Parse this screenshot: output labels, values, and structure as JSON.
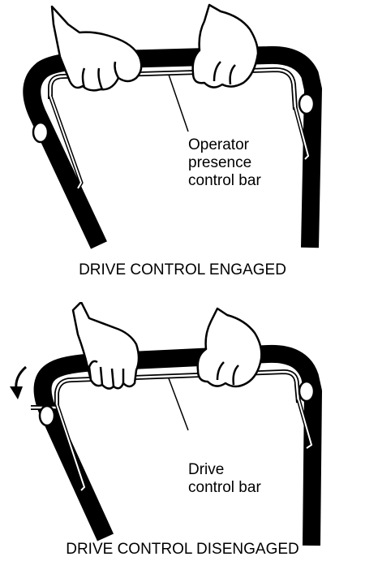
{
  "top_panel": {
    "callout": "Operator\npresence\ncontrol bar",
    "caption": "DRIVE CONTROL ENGAGED"
  },
  "bottom_panel": {
    "callout": "Drive\ncontrol bar",
    "caption": "DRIVE CONTROL DISENGAGED"
  }
}
